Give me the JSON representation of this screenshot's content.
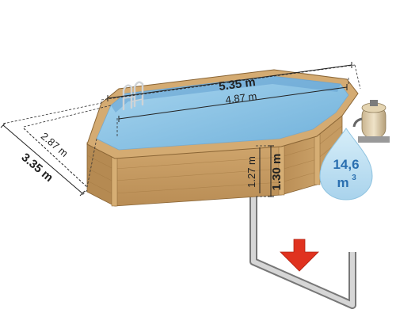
{
  "dimensions": {
    "outer_length": "5.35 m",
    "inner_length": "4.87 m",
    "outer_width": "3.35 m",
    "inner_width": "2.87 m",
    "inner_height": "1.27 m",
    "outer_height": "1.30 m"
  },
  "volume": {
    "value": "14,6",
    "unit": "m",
    "superscript": "3"
  },
  "colors": {
    "wood": "#c49a63",
    "wood_dark": "#a77c45",
    "water": "#8ec5e6",
    "arrow": "#e0321f",
    "drop": "#bfe1f3"
  }
}
